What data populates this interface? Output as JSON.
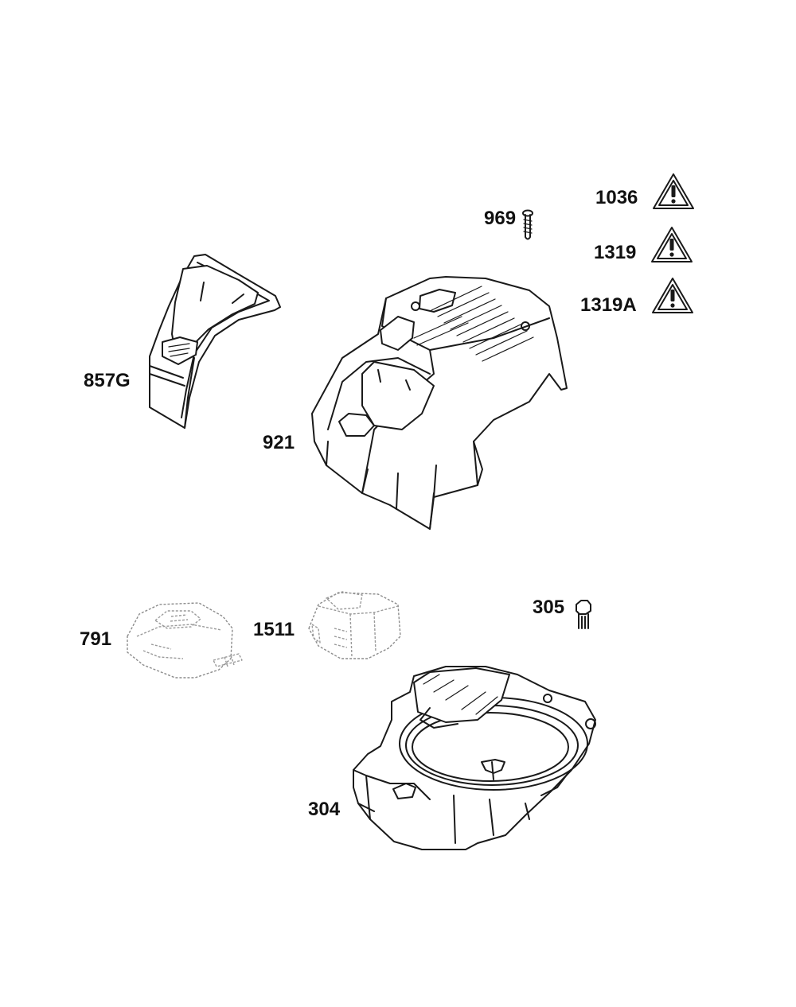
{
  "labels": {
    "p1036": "1036",
    "p1319": "1319",
    "p1319A": "1319A",
    "p969": "969",
    "p857G": "857G",
    "p921": "921",
    "p305": "305",
    "p791": "791",
    "p1511": "1511",
    "p304": "304"
  },
  "icons": {
    "warning": "warning-triangle-icon"
  }
}
